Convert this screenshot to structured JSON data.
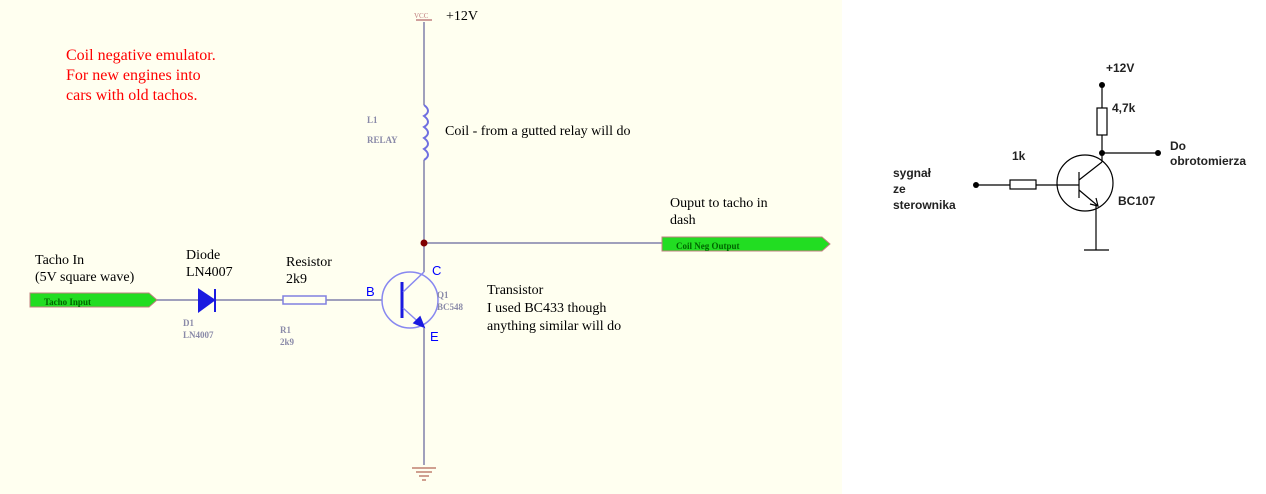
{
  "left_schematic": {
    "title_lines": [
      "Coil negative emulator.",
      "For new engines into",
      "cars with old tachos."
    ],
    "vcc_symbol": "VCC",
    "supply": "+12V",
    "coil": {
      "ref": "L1",
      "value": "RELAY",
      "note": "Coil - from a gutted relay will do"
    },
    "output": {
      "port_label": "Coil Neg Output",
      "note_lines": [
        "Ouput to tacho in",
        "dash"
      ]
    },
    "input": {
      "port_label": "Tacho Input",
      "note_lines": [
        "Tacho In",
        "(5V square wave)"
      ]
    },
    "diode": {
      "note_lines": [
        "Diode",
        "LN4007"
      ],
      "ref": "D1",
      "value": "LN4007"
    },
    "resistor": {
      "note_lines": [
        "Resistor",
        "2k9"
      ],
      "ref": "R1",
      "value": "2k9"
    },
    "transistor": {
      "ref": "Q1",
      "value": "BC548",
      "pins": {
        "b": "B",
        "c": "C",
        "e": "E"
      },
      "note_lines": [
        "Transistor",
        "I used BC433 though",
        "anything similar will do"
      ]
    },
    "colors": {
      "wire": "#9a9ab8",
      "component": "#2020e0",
      "port": "#22dd22",
      "junction": "#800000"
    }
  },
  "right_schematic": {
    "supply": "+12V",
    "collector_resistor": "4,7k",
    "base_resistor": "1k",
    "output_lines": [
      "Do",
      "obrotomierza"
    ],
    "input_lines": [
      "sygnał",
      "ze",
      "sterownika"
    ],
    "transistor": "BC107"
  }
}
